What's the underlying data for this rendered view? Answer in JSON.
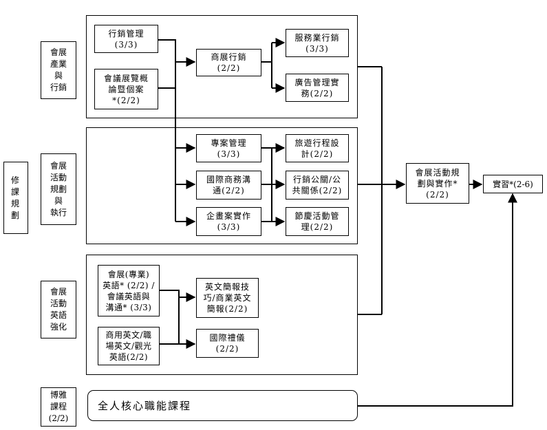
{
  "side": {
    "xiu": "修\n課\n規\n劃",
    "industry": "會展\n產業\n與\n行銷",
    "planning": "會展\n活動\n規劃\n與\n執行",
    "english": "會展\n活動\n英語\n強化",
    "liberal": "博雅\n課程\n(2/2)"
  },
  "courses": {
    "marketing_mgmt": "行銷管理\n(3/3)",
    "mice_intro": "會議展覽概\n論暨個案\n*(2/2)",
    "exhibition_marketing": "商展行銷\n(2/2)",
    "service_marketing": "服務業行銷\n(3/3)",
    "advertising": "廣告管理實\n務(2/2)",
    "project_mgmt": "專案管理\n(3/3)",
    "intl_business_comm": "國際商務溝\n通(2/2)",
    "proposal": "企畫案實作\n(3/3)",
    "itinerary": "旅遊行程設\n計(2/2)",
    "pr": "行銷公關/公\n共關係(2/2)",
    "festival": "節慶活動管\n理(2/2)",
    "event_planning": "會展活動規\n劃與實作*\n(2/2)",
    "internship": "實習*(2-6)",
    "mice_english": "會展(專業)\n英語* (2/2) /\n會議英語與\n溝通* (3/3)",
    "business_english": "商用英文/職\n場英文/觀光\n英語(2/2)",
    "presentation": "英文簡報技\n巧/商業英文\n簡報(2/2)",
    "etiquette": "國際禮儀\n(2/2)"
  },
  "core": "全人核心職能課程"
}
